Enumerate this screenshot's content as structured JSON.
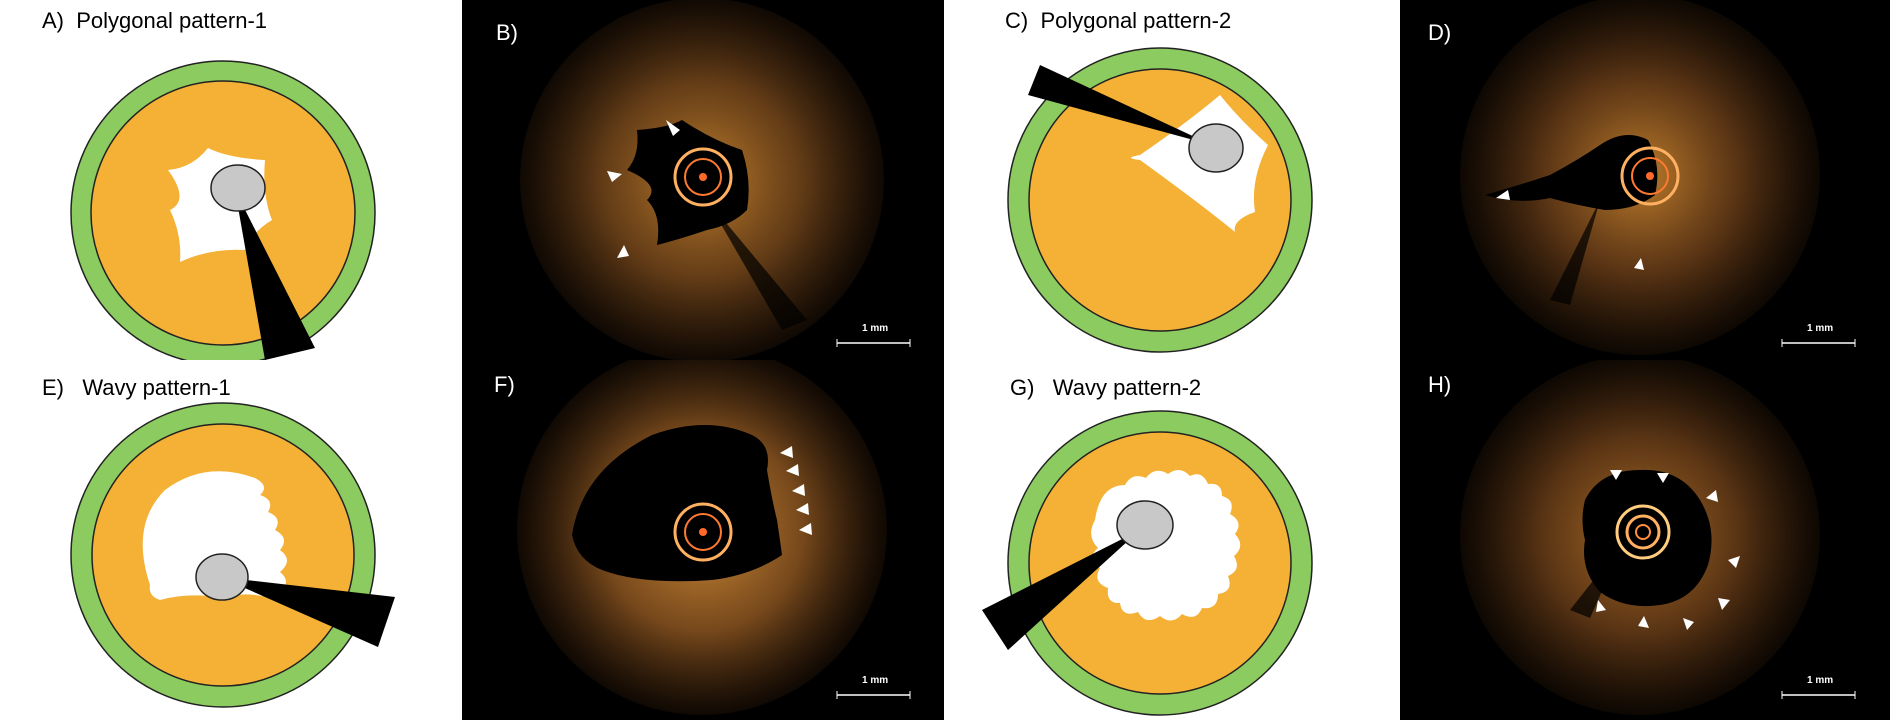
{
  "panels": {
    "A": {
      "label": "A)  Polygonal pattern-1"
    },
    "B": {
      "label": "B)"
    },
    "C": {
      "label": "C)  Polygonal pattern-2"
    },
    "D": {
      "label": "D)"
    },
    "E": {
      "label": "E)   Wavy pattern-1"
    },
    "F": {
      "label": "F)"
    },
    "G": {
      "label": "G)   Wavy pattern-2"
    },
    "H": {
      "label": "H)"
    }
  },
  "scale_bar": {
    "text": "1 mm"
  },
  "icons": {
    "arrowhead": "triangle-arrow-icon",
    "catheter": "ellipse-catheter-icon",
    "guidewire_shadow": "wedge-shadow-icon"
  },
  "colors": {
    "plaque": "#F4B136",
    "vessel_wall": "#8CCB60",
    "catheter": "#C8C8C8",
    "shadow": "#000000",
    "oct_background": "#000000",
    "oct_tissue": "#C8832E"
  }
}
